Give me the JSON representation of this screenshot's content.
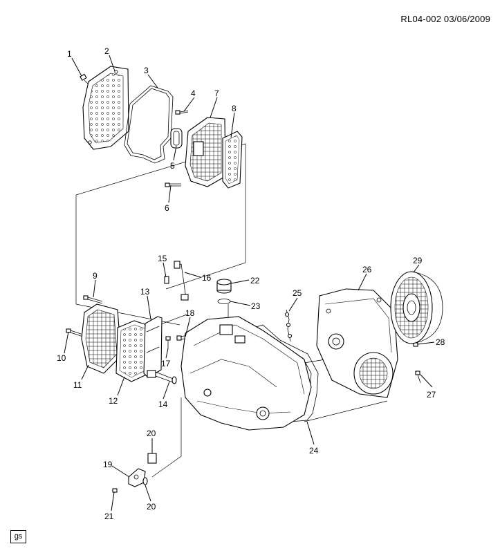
{
  "header": {
    "reference": "RL04-002  03/06/2009"
  },
  "footer": {
    "badge": "gs"
  },
  "callouts": [
    {
      "id": "c1",
      "label": "1"
    },
    {
      "id": "c2",
      "label": "2"
    },
    {
      "id": "c3",
      "label": "3"
    },
    {
      "id": "c4",
      "label": "4"
    },
    {
      "id": "c5",
      "label": "5"
    },
    {
      "id": "c6",
      "label": "6"
    },
    {
      "id": "c7",
      "label": "7"
    },
    {
      "id": "c8",
      "label": "8"
    },
    {
      "id": "c9",
      "label": "9"
    },
    {
      "id": "c10",
      "label": "10"
    },
    {
      "id": "c11",
      "label": "11"
    },
    {
      "id": "c12",
      "label": "12"
    },
    {
      "id": "c13",
      "label": "13"
    },
    {
      "id": "c14",
      "label": "14"
    },
    {
      "id": "c15",
      "label": "15"
    },
    {
      "id": "c16",
      "label": "16"
    },
    {
      "id": "c17",
      "label": "17"
    },
    {
      "id": "c18",
      "label": "18"
    },
    {
      "id": "c19",
      "label": "19"
    },
    {
      "id": "c20a",
      "label": "20"
    },
    {
      "id": "c20b",
      "label": "20"
    },
    {
      "id": "c21",
      "label": "21"
    },
    {
      "id": "c22",
      "label": "22"
    },
    {
      "id": "c23",
      "label": "23"
    },
    {
      "id": "c24",
      "label": "24"
    },
    {
      "id": "c25",
      "label": "25"
    },
    {
      "id": "c26",
      "label": "26"
    },
    {
      "id": "c27",
      "label": "27"
    },
    {
      "id": "c28",
      "label": "28"
    },
    {
      "id": "c29",
      "label": "29"
    }
  ]
}
